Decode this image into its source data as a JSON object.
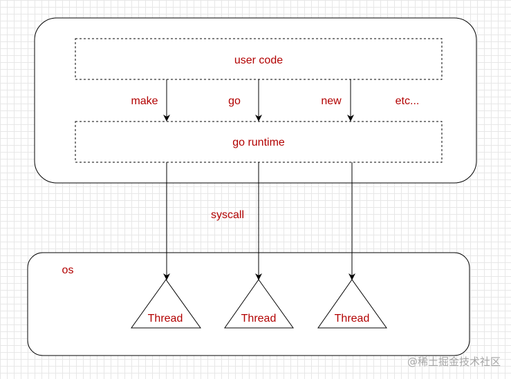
{
  "labels": {
    "user_code": "user code",
    "go_runtime": "go runtime",
    "make": "make",
    "go": "go",
    "new": "new",
    "etc": "etc...",
    "syscall": "syscall",
    "os": "os"
  },
  "threads": [
    "Thread",
    "Thread",
    "Thread"
  ],
  "watermark": "@稀土掘金技术社区",
  "colors": {
    "label_text": "#b20000",
    "stroke": "#000000",
    "grid": "#e7e7e7",
    "watermark": "#a6a6a6"
  }
}
